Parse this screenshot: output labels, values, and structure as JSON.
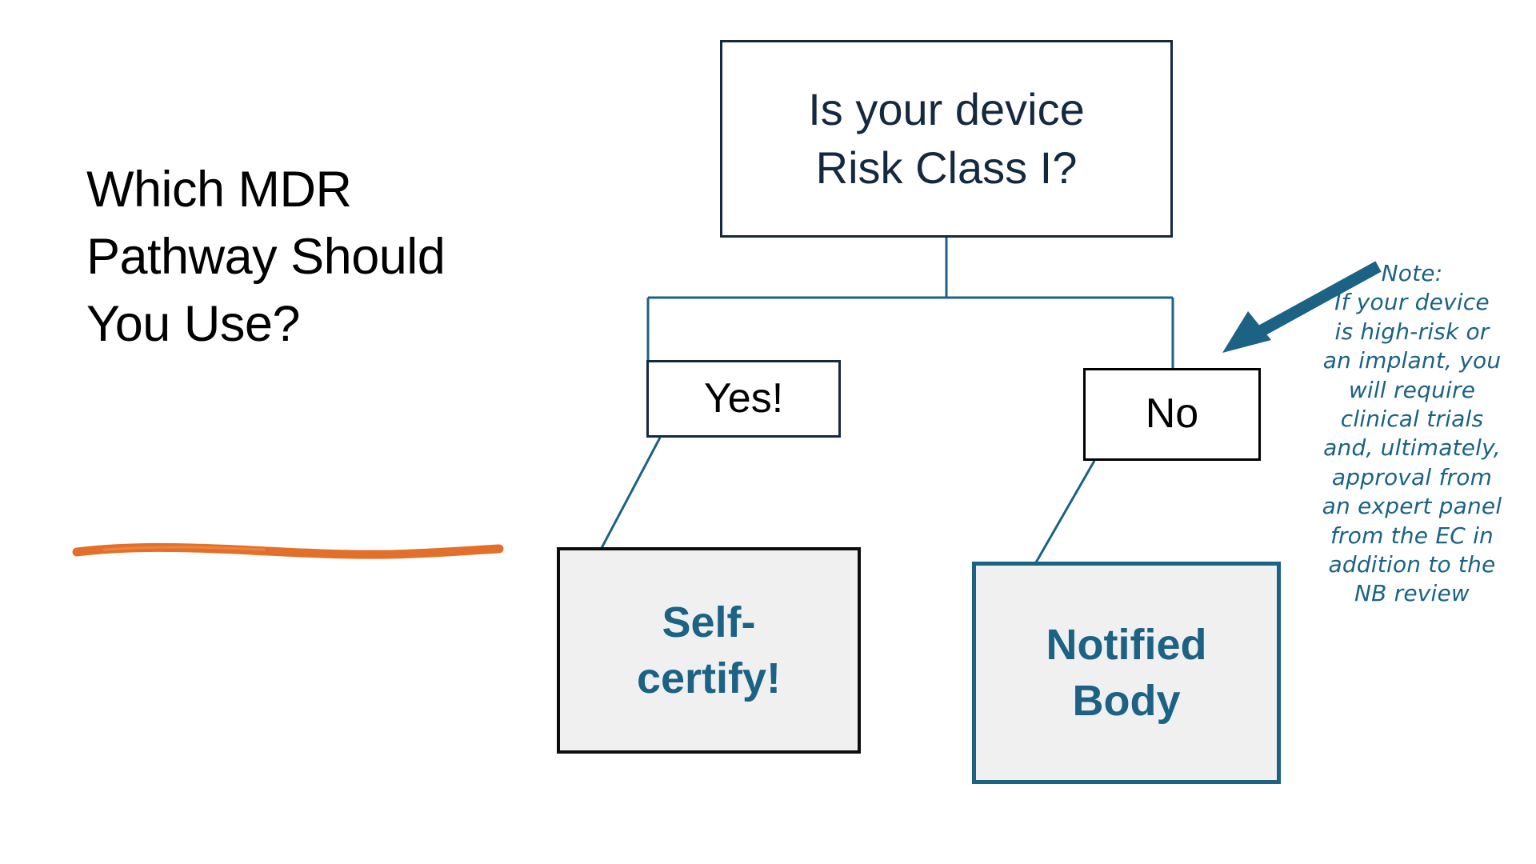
{
  "slide": {
    "title": "Which MDR Pathway Should You Use?",
    "background_color": "#ffffff"
  },
  "colors": {
    "navy": "#14293f",
    "teal": "#1b6284",
    "black": "#000000",
    "box_fill_gray": "#f0f0f0",
    "underline_orange": "#e2702a"
  },
  "diagram": {
    "type": "decision-flowchart",
    "nodes": [
      {
        "id": "question",
        "label": "Is your device\nRisk Class I?",
        "border_color": "#14293f",
        "text_color": "#14293f",
        "fill": "#ffffff"
      },
      {
        "id": "yes",
        "label": "Yes!",
        "border_color": "#14293f",
        "text_color": "#000000",
        "fill": "#ffffff"
      },
      {
        "id": "no",
        "label": "No",
        "border_color": "#000000",
        "text_color": "#000000",
        "fill": "#ffffff"
      },
      {
        "id": "self-certify",
        "label": "Self-\ncertify!",
        "border_color": "#0d0d0d",
        "text_color": "#1b6284",
        "fill": "#f0f0f0"
      },
      {
        "id": "notified-body",
        "label": "Notified\nBody",
        "border_color": "#1b6284",
        "text_color": "#1b6284",
        "fill": "#f0f0f0"
      }
    ],
    "edges": [
      {
        "from": "question",
        "to": "yes"
      },
      {
        "from": "question",
        "to": "no"
      },
      {
        "from": "yes",
        "to": "self-certify"
      },
      {
        "from": "no",
        "to": "notified-body"
      }
    ]
  },
  "annotation": {
    "arrow_target": "no",
    "arrow_color": "#1b6284",
    "text": "Note:\nIf your device\nis high-risk or\nan implant, you\nwill require\nclinical trials\nand, ultimately,\napproval from\nan expert panel\nfrom the EC in\naddition to the\nNB review",
    "text_color": "#1b6284"
  }
}
